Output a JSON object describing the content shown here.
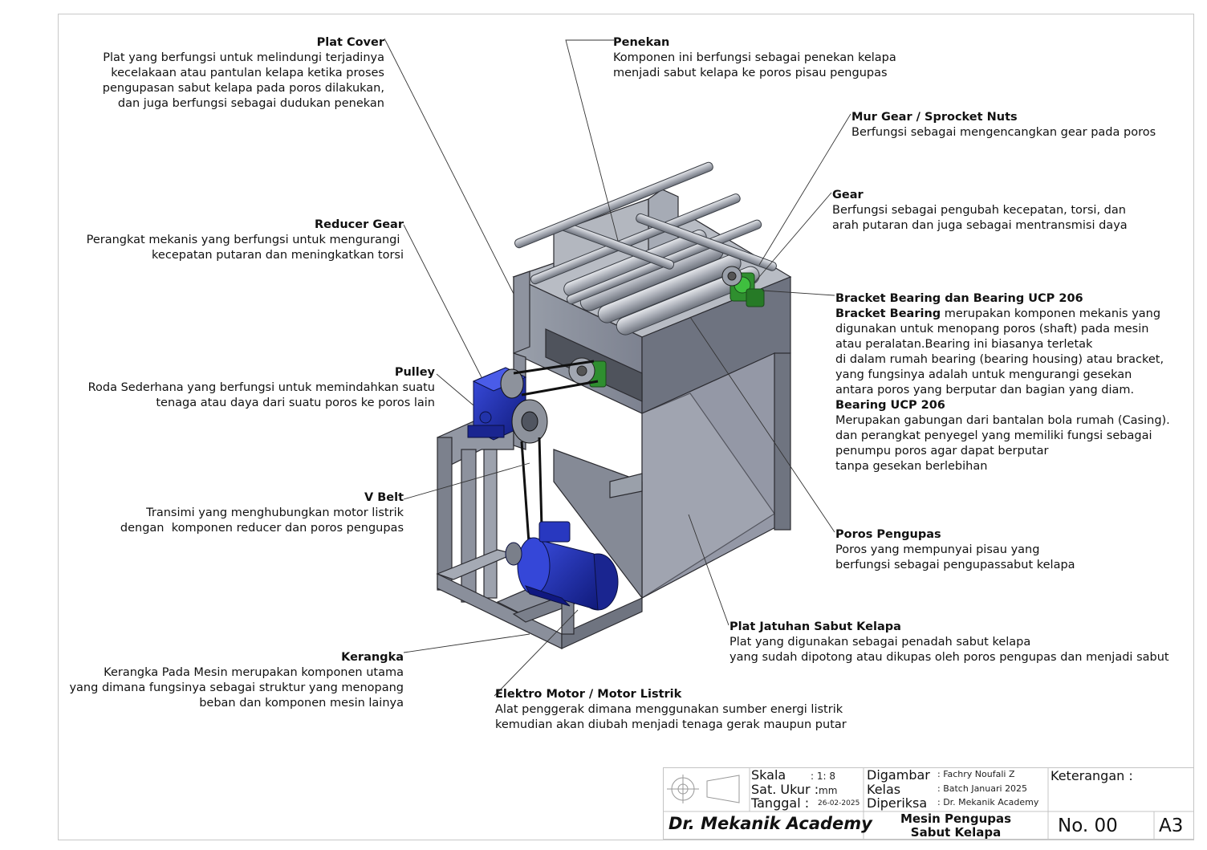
{
  "callouts": {
    "plat_cover": {
      "title": "Plat Cover",
      "desc": "Plat yang berfungsi untuk melindungi terjadinya\nkecelakaan atau pantulan kelapa ketika proses\npengupasan sabut kelapa pada poros dilakukan,\ndan juga berfungsi sebagai dudukan penekan"
    },
    "penekan": {
      "title": "Penekan",
      "desc": "Komponen ini berfungsi sebagai penekan kelapa\nmenjadi sabut kelapa ke poros pisau pengupas"
    },
    "mur_gear": {
      "title": "Mur Gear / Sprocket Nuts",
      "desc": "Berfungsi sebagai mengencangkan gear pada poros"
    },
    "gear": {
      "title": "Gear",
      "desc": "Berfungsi sebagai pengubah kecepatan, torsi, dan\narah putaran dan juga sebagai mentransmisi daya"
    },
    "reducer_gear": {
      "title": "Reducer Gear",
      "desc": "Perangkat mekanis yang berfungsi untuk mengurangi \nkecepatan putaran dan meningkatkan torsi"
    },
    "bracket": {
      "title": "Bracket Bearing dan Bearing UCP 206",
      "sub1": "Bracket Bearing",
      "desc1_first": " merupakan komponen mekanis yang",
      "desc1_rest": "digunakan untuk menopang poros (shaft) pada mesin\natau peralatan.Bearing ini biasanya terletak\ndi dalam rumah bearing (bearing housing) atau bracket,\nyang fungsinya adalah untuk mengurangi gesekan\nantara poros yang berputar dan bagian yang diam.",
      "sub2": "Bearing UCP 206",
      "desc2": "Merupakan gabungan dari bantalan bola rumah (Casing).\ndan perangkat penyegel yang memiliki fungsi sebagai\npenumpu poros agar dapat berputar\ntanpa gesekan berlebihan"
    },
    "pulley": {
      "title": "Pulley",
      "desc": "Roda Sederhana yang berfungsi untuk memindahkan suatu\ntenaga atau daya dari suatu poros ke poros lain"
    },
    "v_belt": {
      "title": "V Belt",
      "desc": "Transimi yang menghubungkan motor listrik\ndengan  komponen reducer dan poros pengupas"
    },
    "poros": {
      "title": "Poros Pengupas",
      "desc": "Poros yang mempunyai pisau yang\nberfungsi sebagai pengupassabut kelapa"
    },
    "plat_jatuhan": {
      "title": "Plat Jatuhan Sabut Kelapa",
      "desc": "Plat yang digunakan sebagai penadah sabut kelapa\nyang sudah dipotong atau dikupas oleh poros pengupas dan menjadi sabut"
    },
    "kerangka": {
      "title": "Kerangka",
      "desc": "Kerangka Pada Mesin merupakan komponen utama\nyang dimana fungsinya sebagai struktur yang menopang\nbeban dan komponen mesin lainya"
    },
    "motor": {
      "title": "Elektro Motor / Motor Listrik",
      "desc": "Alat penggerak dimana menggunakan sumber energi listrik\nkemudian akan diubah menjadi tenaga gerak maupun putar"
    }
  },
  "title_block": {
    "skala_label": "Skala",
    "skala_value": ": 1: 8",
    "satuan_label": "Sat. Ukur :",
    "satuan_value": "mm",
    "tanggal_label": "Tanggal :",
    "tanggal_value": "26-02-2025",
    "digambar_label": "Digambar",
    "digambar_value": ": Fachry Noufali Z",
    "kelas_label": "Kelas",
    "kelas_value": ": Batch Januari 2025",
    "diperiksa_label": "Diperiksa",
    "diperiksa_value": ": Dr. Mekanik Academy",
    "keterangan_label": "Keterangan :",
    "brand": "Dr. Mekanik Academy",
    "title_line1": "Mesin Pengupas",
    "title_line2": "Sabut Kelapa",
    "number": "No. 00",
    "size": "A3"
  },
  "colors": {
    "frame_grey": "#8c8c98",
    "motor_blue": "#1d2fb8",
    "rubber_green": "#2f8f2f"
  }
}
